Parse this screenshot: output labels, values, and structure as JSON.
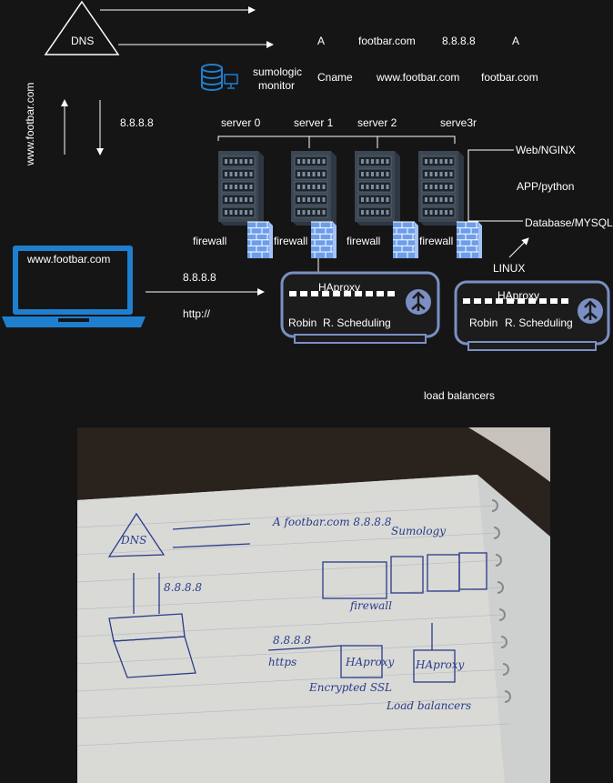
{
  "dns": {
    "label": "DNS",
    "ip_label": "8.8.8.8",
    "vertical_domain": "www.footbar.com"
  },
  "records": {
    "row1": [
      "A",
      "footbar.com",
      "8.8.8.8",
      "A"
    ],
    "row2": [
      "Cname",
      "www.footbar.com",
      "footbar.com"
    ]
  },
  "monitor": {
    "label_line1": "sumologic",
    "label_line2": "monitor"
  },
  "servers": [
    {
      "label": "server 0"
    },
    {
      "label": "server 1"
    },
    {
      "label": "server 2"
    },
    {
      "label": "serve3r"
    }
  ],
  "firewall_label": "firewall",
  "stack": {
    "web": "Web/NGINX",
    "app": "APP/python",
    "db": "Database/MYSQL",
    "os": "LINUX"
  },
  "client": {
    "screen_text": "www.footbar.com",
    "ip": "8.8.8.8",
    "protocol": "http://"
  },
  "load_balancers": [
    {
      "name": "HAproxy",
      "algo_left": "Robin",
      "algo_right": "R. Scheduling"
    },
    {
      "name": "HAproxy",
      "algo_left": "Robin",
      "algo_right": "R. Scheduling"
    }
  ],
  "lb_caption": "load balancers",
  "colors": {
    "background": "#151515",
    "accent_blue": "#1f7fcf",
    "lb_border": "#7b8fc4",
    "firewall": "#6d9eeb"
  },
  "photo": {
    "handwritten": [
      "DNS",
      "A footbar.com 8.8.8.8",
      "8.8.8.8",
      "Sumology",
      "firewall",
      "8.8.8.8",
      "https",
      "HAproxy",
      "HAproxy",
      "Encrypted SSL",
      "Load balancers"
    ]
  }
}
